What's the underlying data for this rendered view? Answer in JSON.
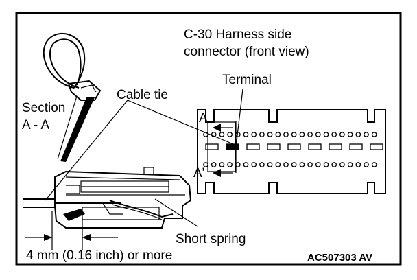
{
  "labels": {
    "connector_title_line1": "C-30 Harness side",
    "connector_title_line2": "connector (front view)",
    "terminal": "Terminal",
    "cable_tie": "Cable tie",
    "section_line1": "Section",
    "section_line2": "A - A",
    "marker_top": "A",
    "marker_bottom": "A'",
    "short_spring": "Short spring",
    "dimension": "4 mm (0.16 inch) or more",
    "figure_code": "AC507303 AV"
  }
}
